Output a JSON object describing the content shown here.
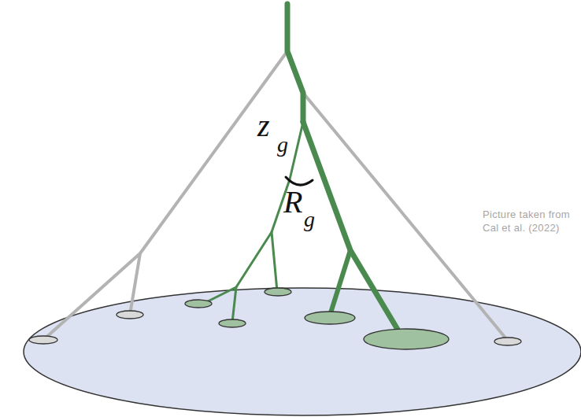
{
  "diagram": {
    "labels": [
      "z",
      "g",
      "R",
      "g",
      "Picture taken from Cal et al. (2022)"
    ]
  }
}
